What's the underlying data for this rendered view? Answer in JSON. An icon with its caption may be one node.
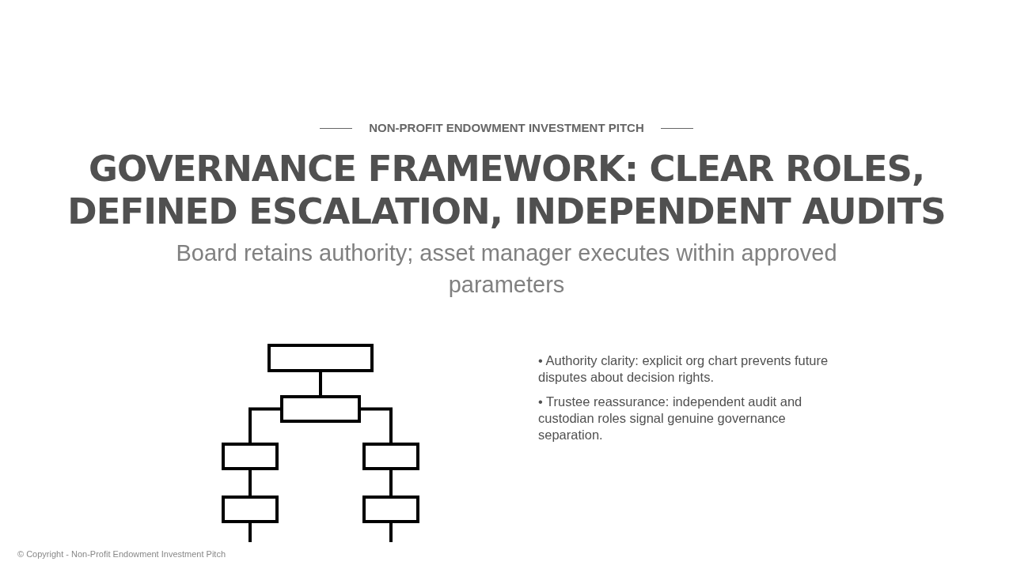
{
  "diagram": {
    "title": "GOVERNANCE FRAMEWORK: CLEAR ROLES, DEFINED ESCALATION, INDEPENDENT AUDITS",
    "nodes": [
      {
        "text": [],
        "shape": "box"
      },
      {
        "text": [],
        "shape": "box"
      },
      {
        "text": [],
        "shape": "box"
      },
      {
        "text": [],
        "shape": "box"
      },
      {
        "text": [],
        "shape": "box"
      },
      {
        "text": [],
        "shape": "box"
      }
    ],
    "edges": [
      {
        "from": 0,
        "to": 1,
        "arrow": "none"
      },
      {
        "from": 1,
        "to": 2,
        "arrow": "none"
      },
      {
        "from": 1,
        "to": 3,
        "arrow": "none"
      },
      {
        "from": 2,
        "to": 4,
        "arrow": "none"
      },
      {
        "from": 3,
        "to": 5,
        "arrow": "none"
      },
      {
        "from": 4,
        "to": null,
        "arrow": "none"
      },
      {
        "from": 5,
        "to": null,
        "arrow": "none"
      }
    ],
    "labels": [
      "NON-PROFIT ENDOWMENT INVESTMENT PITCH",
      "Board retains authority; asset manager executes within approved parameters",
      "• Authority clarity: explicit org chart prevents future disputes about decision rights.",
      "• Trustee reassurance: independent audit and custodian roles signal genuine governance separation.",
      "© Copyright - Non-Profit Endowment Investment Pitch"
    ]
  }
}
